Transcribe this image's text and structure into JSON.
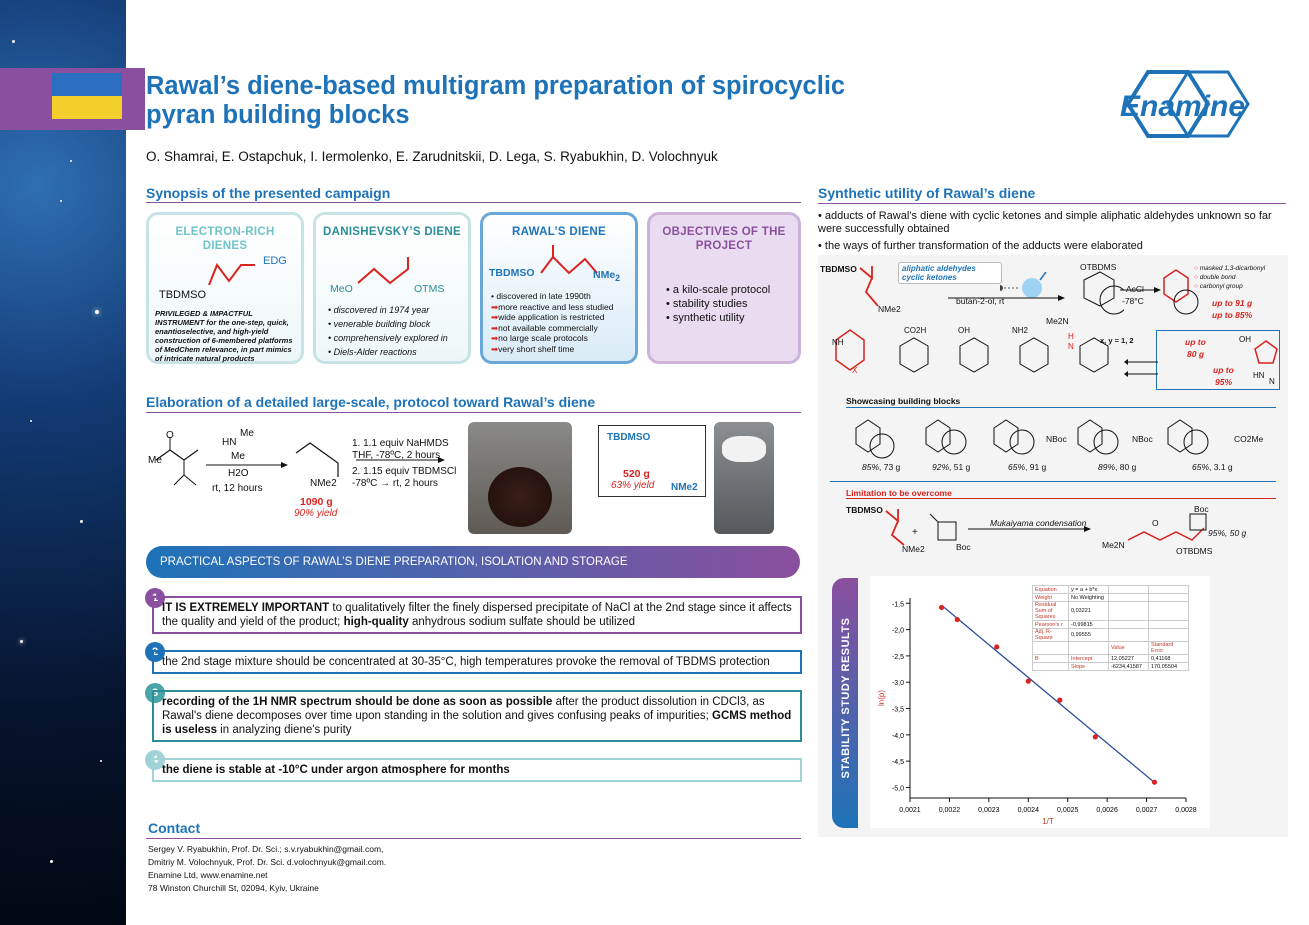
{
  "title": "Rawal’s diene-based multigram preparation of spirocyclic pyran building blocks",
  "authors": "O. Shamrai, E. Ostapchuk, I. Iermolenko, E. Zarudnitskii, D. Lega, S. Ryabukhin, D. Volochnyuk",
  "logo": "Enamine",
  "synopsis": {
    "heading": "Synopsis of the presented campaign",
    "card1": {
      "title": "ELECTRON-RICH DIENES",
      "edg": "EDG",
      "tbdmso": "TBDMSO",
      "desc": "PRIVILEGED & IMPACTFUL INSTRUMENT for the one-step, quick, enantioselective, and high-yield construction of 6-membered platforms of MedChem relevance, in part mimics of intricate natural products"
    },
    "card2": {
      "title": "DANISHEVSKY’S DIENE",
      "meo": "MeO",
      "otms": "OTMS",
      "items": [
        "discovered in 1974 year",
        "venerable building block",
        "comprehensively explored in",
        "Diels-Alder reactions"
      ]
    },
    "card3": {
      "title": "RAWAL’S DIENE",
      "tbdmso": "TBDMSO",
      "nme2": "NMe",
      "sub2": "2",
      "items": [
        "discovered in late 1990th",
        "more reactive and less studied",
        "wide application is restricted",
        "not  available commercially",
        "no large  scale protocols",
        "very short shelf  time"
      ]
    },
    "card4": {
      "title": "OBJECTIVES OF THE PROJECT",
      "items": [
        "a kilo-scale protocol",
        "stability studies",
        "synthetic utility"
      ]
    }
  },
  "elaboration": {
    "heading": "Elaboration of a detailed large-scale, protocol toward Rawal’s diene",
    "me": "Me",
    "hn": "HN",
    "me2": "Me",
    "h2o": "H2O",
    "cond1": "rt, 12 hours",
    "nme2": "NMe2",
    "yield1": "1090 g",
    "yield1pct": "90% yield",
    "step1": "1. 1.1 equiv NaHMDS",
    "step1b": "THF, -78ºC, 2 hours",
    "step2": "2. 1.15 equiv TBDMSCl",
    "step2b": "-78ºC → rt, 2 hours",
    "prod": "TBDMSO",
    "prodyield": "520 g",
    "prodpct": "63% yield",
    "prodnme2": "NMe2"
  },
  "practical": {
    "banner": "PRACTICAL ASPECTS OF RAWAL’S DIENE PREPARATION, ISOLATION AND STORAGE",
    "p1a": "IT IS EXTREMELY IMPORTANT",
    "p1b": " to qualitatively filter the finely dispersed precipitate of NaCl at the 2nd stage since it affects the quality and yield of the product; ",
    "p1c": "high-quality",
    "p1d": " anhydrous sodium sulfate should be utilized",
    "p2": "the 2nd stage mixture should be concentrated at 30-35°C, high temperatures provoke the removal of TBDMS protection",
    "p3a": "recording of the 1H NMR spectrum should be done as soon as possible",
    "p3b": " after the product dissolution in CDCl3, as Rawal's diene decomposes over time upon standing in the solution and gives confusing peaks of impurities; ",
    "p3c": "GCMS method is useless",
    "p3d": " in analyzing diene's purity",
    "p4": "the diene is stable at -10°C under argon atmosphere for months",
    "nums": [
      "1",
      "2",
      "3",
      "4"
    ]
  },
  "contact": {
    "heading": "Contact",
    "lines": [
      "Sergey V. Ryabukhin, Prof. Dr. Sci.; s.v.ryabukhin@gmail.com,",
      "Dmitriy M. Volochnyuk, Prof. Dr. Sci. d.volochnyuk@gmail.com.",
      "Enamine Ltd,  www.enamine.net",
      "78 Winston Churchill St, 02094, Kyiv, Ukraine"
    ]
  },
  "utility": {
    "heading": "Synthetic utility of Rawal’s diene",
    "b1": "• adducts of Rawal’s diene with cyclic ketones and simple aliphatic aldehydes unknown so far were successfully obtained",
    "b2": "• the ways of further transformation of the adducts were elaborated",
    "tbdmso": "TBDMSO",
    "nme2": "NMe2",
    "ald": "aliphatic aldehydes",
    "ket": "cyclic ketones",
    "solv": "butan-2-ol, rt",
    "otbdms": "OTBDMS",
    "me2n": "Me2N",
    "acc": "AcCl",
    "temp": "-78°C",
    "legend": [
      "masked 1,3-dicarbonyl",
      "double bond",
      "carbonyl group"
    ],
    "y91": "up to 91 g",
    "y85": "up to 85%",
    "y80a": "up to",
    "y80b": "80 g",
    "y95a": "up to",
    "y95b": "95%",
    "xy": "x, y = 1, 2",
    "co2h": "CO2H",
    "oh": "OH",
    "nh2": "NH2",
    "nh": "NH",
    "x": "X",
    "h": "H",
    "n": "N",
    "hn": "HN"
  },
  "showcase": {
    "heading": "Showcasing building blocks",
    "yields": [
      {
        "p": "85%",
        "g": ", 73 g"
      },
      {
        "p": "92%",
        "g": ", 51 g"
      },
      {
        "p": "65%",
        "g": ", 91 g"
      },
      {
        "p": "89%",
        "g": ", 80 g"
      },
      {
        "p": "65%",
        "g": ", 3.1 g"
      }
    ],
    "nboc": "NBoc",
    "co2me": "CO2Me"
  },
  "limitation": {
    "heading": "Limitation to be overcome",
    "tbdmso": "TBDMSO",
    "nme2": "NMe2",
    "boc": "Boc",
    "reaction": "Mukaiyama condensation",
    "yield": "95%, 50 g",
    "me2n": "Me2N",
    "otbdms": "OTBDMS",
    "o": "O"
  },
  "stability": {
    "label": "STABILITY STUDY RESULTS"
  },
  "chart_data": {
    "type": "scatter",
    "xlabel": "1/T",
    "ylabel": "ln(p)",
    "xlim": [
      0.0021,
      0.0028
    ],
    "ylim": [
      -5.2,
      -1.4
    ],
    "xticks": [
      "0,0021",
      "0,0022",
      "0,0023",
      "0,0024",
      "0,0025",
      "0,0026",
      "0,0027",
      "0,0028"
    ],
    "yticks": [
      "-1,5",
      "-2,0",
      "-2,5",
      "-3,0",
      "-3,5",
      "-4,0",
      "-4,5",
      "-5,0"
    ],
    "x": [
      0.00218,
      0.00222,
      0.00232,
      0.0024,
      0.00248,
      0.00257,
      0.00272
    ],
    "y": [
      -1.58,
      -1.81,
      -2.33,
      -2.98,
      -3.34,
      -4.04,
      -4.9
    ],
    "fit": {
      "intercept": 12.05227,
      "slope": -6234.41587
    },
    "table": [
      [
        "Equation",
        "y = a + b*x",
        "",
        ""
      ],
      [
        "Weight",
        "No Weighting",
        "",
        ""
      ],
      [
        "Residual Sum of Squares",
        "0,03221",
        "",
        ""
      ],
      [
        "Pearson's r",
        "-0,99815",
        "",
        ""
      ],
      [
        "Adj. R-Square",
        "0,99555",
        "",
        ""
      ],
      [
        "",
        "",
        "Value",
        "Standard Error"
      ],
      [
        "B",
        "Intercept",
        "12,05227",
        "0,41168"
      ],
      [
        "",
        "Slope",
        "-6234,41587",
        "170,05504"
      ]
    ]
  },
  "colors": {
    "blue": "#1e73b8",
    "purple": "#8a4f9e",
    "red": "#d8231f",
    "line": "#2e4ea0"
  }
}
